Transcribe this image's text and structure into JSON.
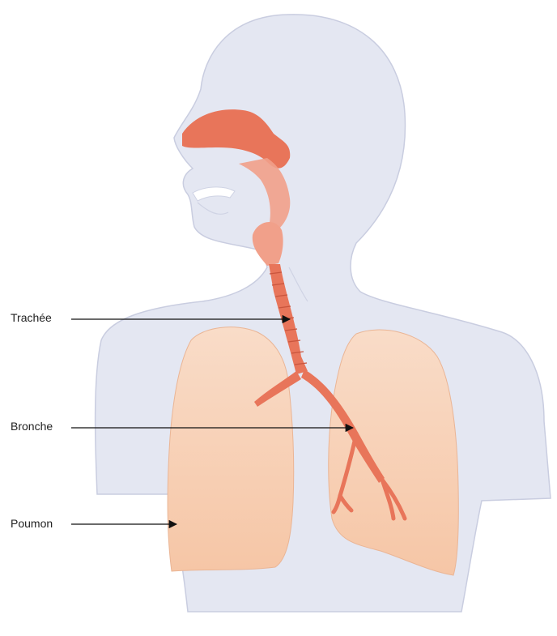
{
  "labels": {
    "trachea": "Trachée",
    "bronchus": "Bronche",
    "lung": "Poumon"
  },
  "colors": {
    "body": "#e4e7f2",
    "body_outline": "#c9cde0",
    "lung": "#f8cfb2",
    "airway": "#e8755a",
    "airway_light": "#f1a08a",
    "arrow": "#111111"
  }
}
